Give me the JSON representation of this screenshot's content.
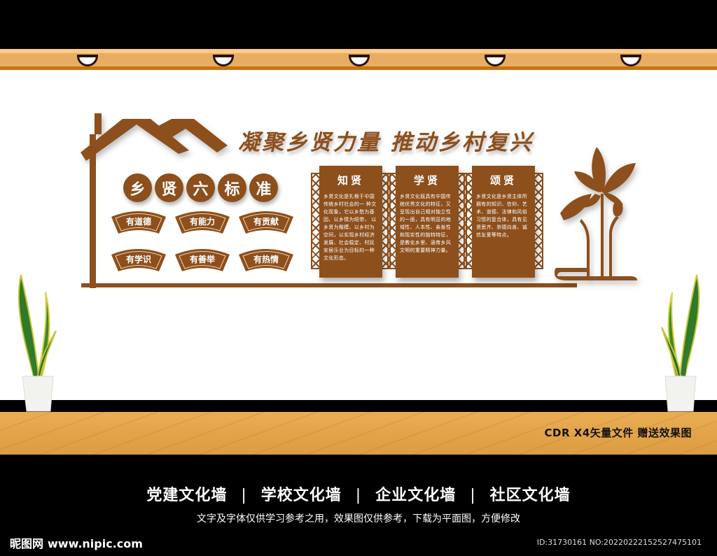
{
  "scene": {
    "colors": {
      "brown": "#8d4f1c",
      "ceiling": "#e8ad62",
      "floor": "#e2a44a",
      "wall": "#ffffff",
      "band": "#000000"
    },
    "lamps": 5
  },
  "wall": {
    "slogan": "凝聚乡贤力量  推动乡村复兴",
    "standards_title": [
      "乡",
      "贤",
      "六",
      "标",
      "准"
    ],
    "standards": [
      "有道德",
      "有能力",
      "有贡献",
      "有学识",
      "有善举",
      "有热情"
    ],
    "panels": [
      {
        "heading": "知贤",
        "text": "乡贤文化是扎根于中国传统乡村社会的一 种文化现象，它以乡愁为基因、以乡情为纽带， 以乡贤为楷模、以乡村为空间，以实现乡村经济发展、社会稳定、村民安居乐业为目标的一种文化形态。"
      },
      {
        "heading": "学贤",
        "text": "乡贤文化既具有中国传统优秀文化的特征，又呈现出自己相对独立性的一面，具有明显的地域性、人本性、亲善性和现实性的独特特征，是教化乡里、涵育乡风文明的重要精神力量。"
      },
      {
        "heading": "颂贤",
        "text": "乡贤文化是乡贤主体所拥有的知识、信仰、艺术、道德、法律和风俗习惯的复合体，具有见贤思齐、崇德向善、诚信友爱等特点。"
      }
    ]
  },
  "floor_note": "CDR X4矢量文件  赠送效果图",
  "footer": {
    "categories": [
      "党建文化墙",
      "学校文化墙",
      "企业文化墙",
      "社区文化墙"
    ],
    "separator": "|",
    "disclaimer": "文字及字体仅供学习参考之用，效果图仅供参考，下载为平面图，方便修改",
    "logo_cn": "昵图网",
    "logo_url": "www.nipic.com",
    "id_text": "ID:31730161 NO:20220222152527475101"
  }
}
